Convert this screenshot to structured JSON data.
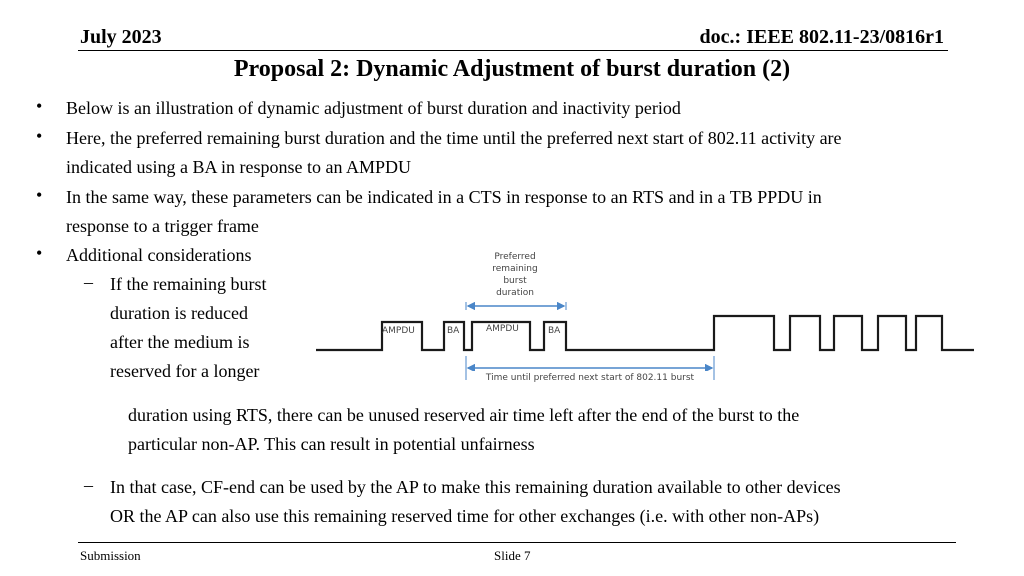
{
  "header": {
    "date": "July 2023",
    "doc": "doc.: IEEE 802.11-23/0816r1"
  },
  "title": "Proposal 2:  Dynamic Adjustment of burst duration (2)",
  "bullets": [
    "Below is an illustration of dynamic adjustment of burst duration and inactivity period",
    "Here, the preferred remaining burst duration and the time until the preferred next start of 802.11 activity are",
    "indicated using a BA in response to an AMPDU",
    "In the same way, these parameters can be indicated in a CTS in response to an RTS and in a TB PPDU in",
    "response to a trigger frame",
    "Additional considerations"
  ],
  "bullet_marker": "•",
  "dash_marker": "–",
  "sub": {
    "first_lines": [
      "If the remaining burst",
      "duration is reduced",
      "after the medium is",
      "reserved for a longer"
    ],
    "continuation_lines": [
      "duration using RTS, there can be unused reserved air time left after the end of the burst to the",
      "particular non-AP. This can result in potential unfairness"
    ],
    "second_lines": [
      "In that case, CF-end can be used by the AP to make this remaining duration available to other devices",
      "OR the AP can also use this remaining reserved time for other exchanges (i.e. with other non-APs)"
    ]
  },
  "diagram": {
    "labels": {
      "preferred": [
        "Preferred",
        "remaining",
        "burst",
        "duration"
      ],
      "ampdu1": "AMPDU",
      "ba1": "BA",
      "ampdu2": "AMPDU",
      "ba2": "BA",
      "time_until": "Time until preferred next start of 802.11 burst"
    },
    "colors": {
      "signal": "#1a1a1a",
      "arrow": "#4a86c8",
      "label": "#444444"
    }
  },
  "footer": {
    "left": "Submission",
    "center": "Slide 7"
  }
}
